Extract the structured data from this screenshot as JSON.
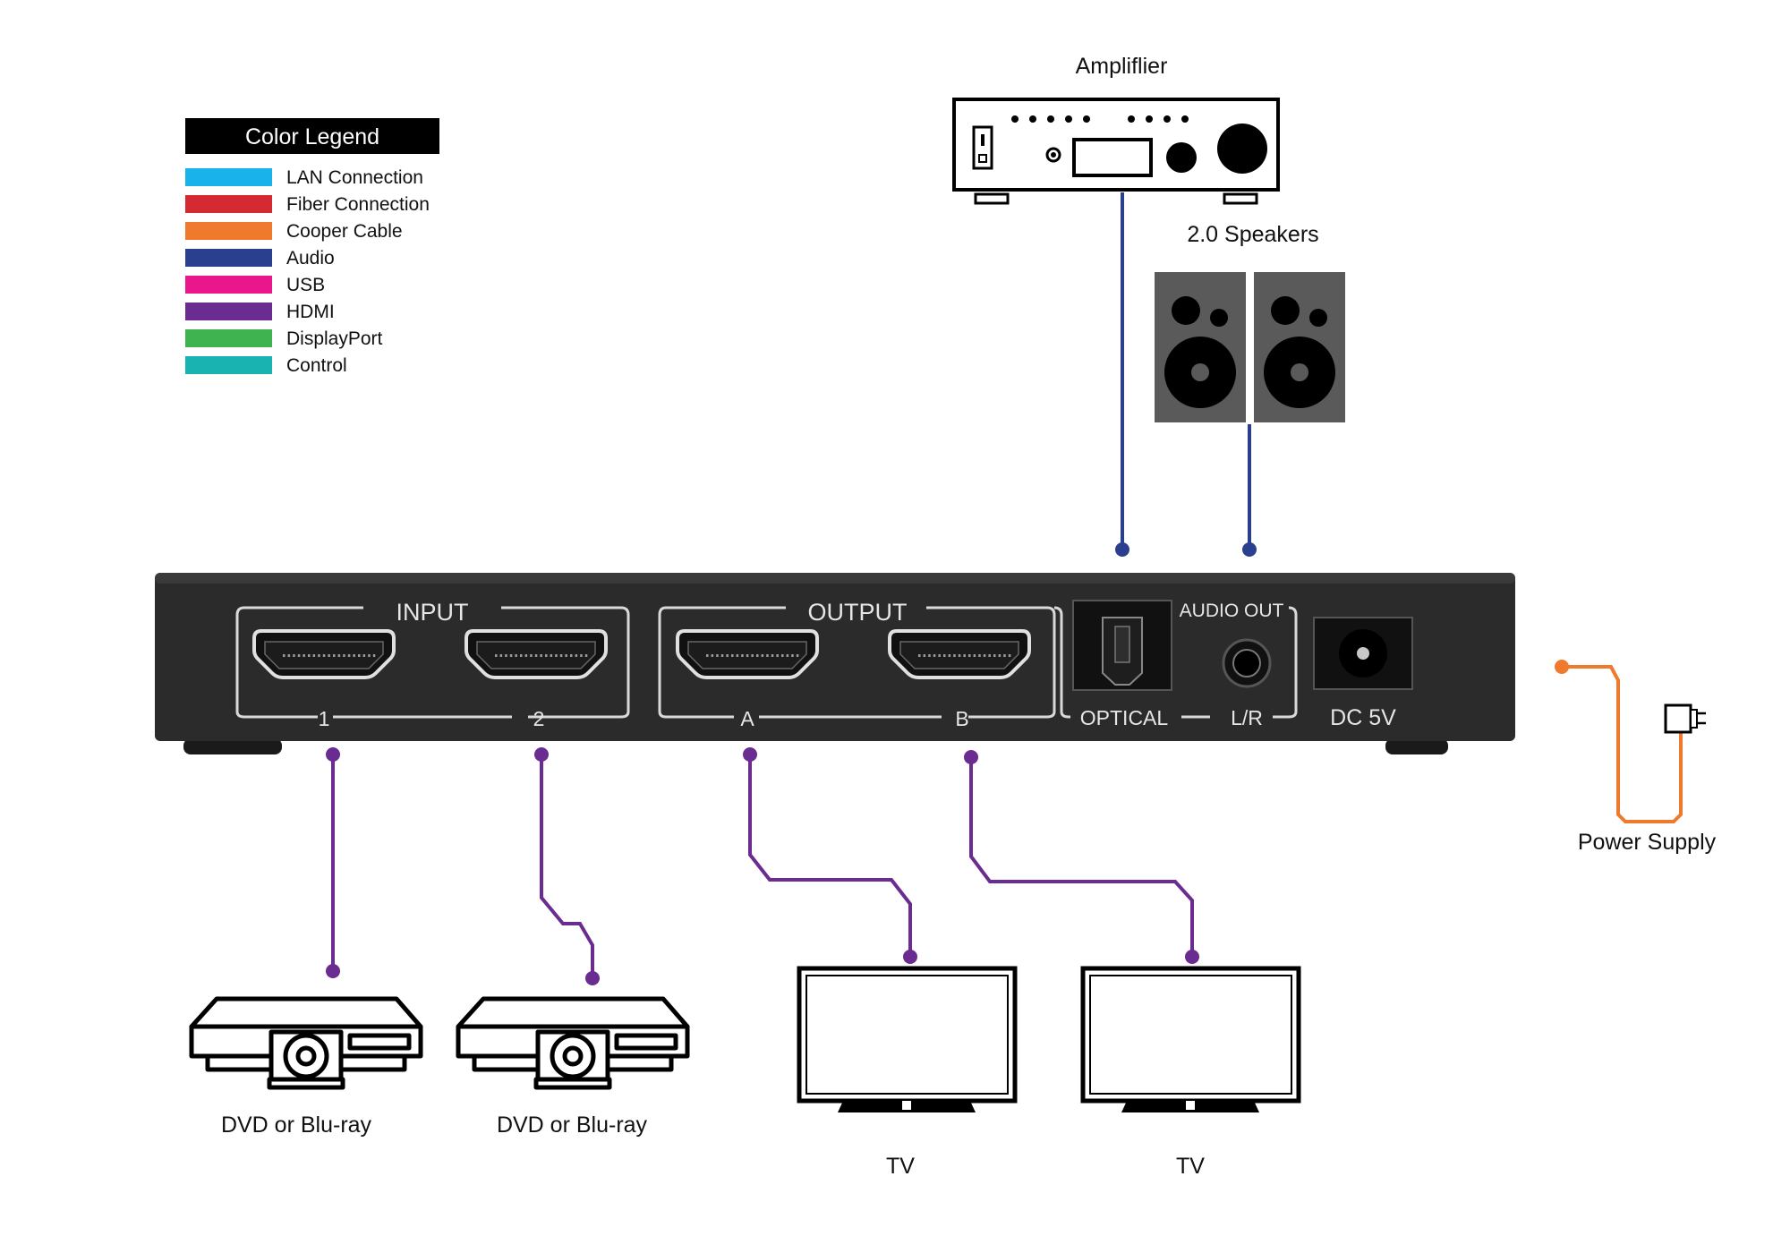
{
  "colors": {
    "hdmi": "#6a2c91",
    "audio": "#2b3f8f",
    "copper": "#ef7a2e",
    "panel": "#2b2b2b",
    "panel_line": "#d9d9d9",
    "speaker": "#5a5a5a"
  },
  "legend": {
    "title": "Color Legend",
    "items": [
      {
        "label": "LAN Connection",
        "color": "#1ab2ea"
      },
      {
        "label": "Fiber Connection",
        "color": "#d42a32"
      },
      {
        "label": "Cooper Cable",
        "color": "#ef7a2e"
      },
      {
        "label": "Audio",
        "color": "#2b3f8f"
      },
      {
        "label": "USB",
        "color": "#e9168c"
      },
      {
        "label": "HDMI",
        "color": "#6a2c91"
      },
      {
        "label": "DisplayPort",
        "color": "#3fb34f"
      },
      {
        "label": "Control",
        "color": "#19b3b1"
      }
    ]
  },
  "devices": {
    "amplifier_label": "Ampliflier",
    "speakers_label": "2.0 Speakers",
    "dvd1_label": "DVD or Blu-ray",
    "dvd2_label": "DVD or Blu-ray",
    "tv1_label": "TV",
    "tv2_label": "TV",
    "power_label": "Power Supply"
  },
  "panel": {
    "input_label": "INPUT",
    "input_port1": "1",
    "input_port2": "2",
    "output_label": "OUTPUT",
    "output_portA": "A",
    "output_portB": "B",
    "audio_out_label": "AUDIO OUT",
    "optical_label": "OPTICAL",
    "lr_label": "L/R",
    "dc_label": "DC 5V"
  }
}
